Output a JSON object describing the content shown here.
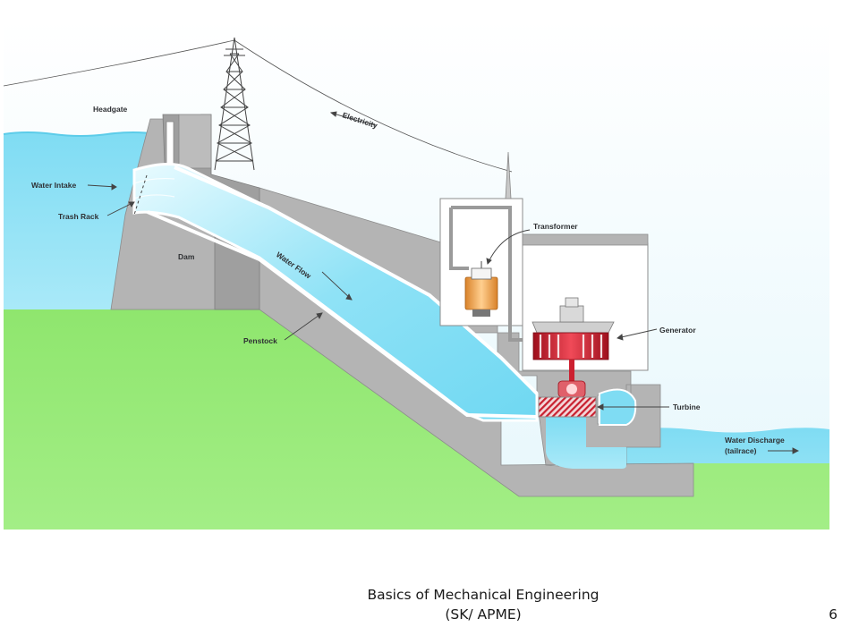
{
  "diagram": {
    "labels": {
      "headgate": "Headgate",
      "electricity": "Electricity",
      "water_intake": "Water Intake",
      "trash_rack": "Trash Rack",
      "dam": "Dam",
      "water_flow": "Water Flow",
      "penstock": "Penstock",
      "transformer": "Transformer",
      "generator": "Generator",
      "turbine": "Turbine",
      "water_discharge_line1": "Water Discharge",
      "water_discharge_line2": "(tailrace)"
    },
    "colors": {
      "sky": "#eef9fd",
      "water": "#6fd8f2",
      "ground": "#8fe66e",
      "concrete": "#b3b3b3",
      "generator_red": "#d7192b",
      "transformer_orange": "#f0a34a"
    }
  },
  "footer": {
    "line1": "Basics of Mechanical Engineering",
    "line2": "(SK/ APME)",
    "page_number": "6"
  }
}
